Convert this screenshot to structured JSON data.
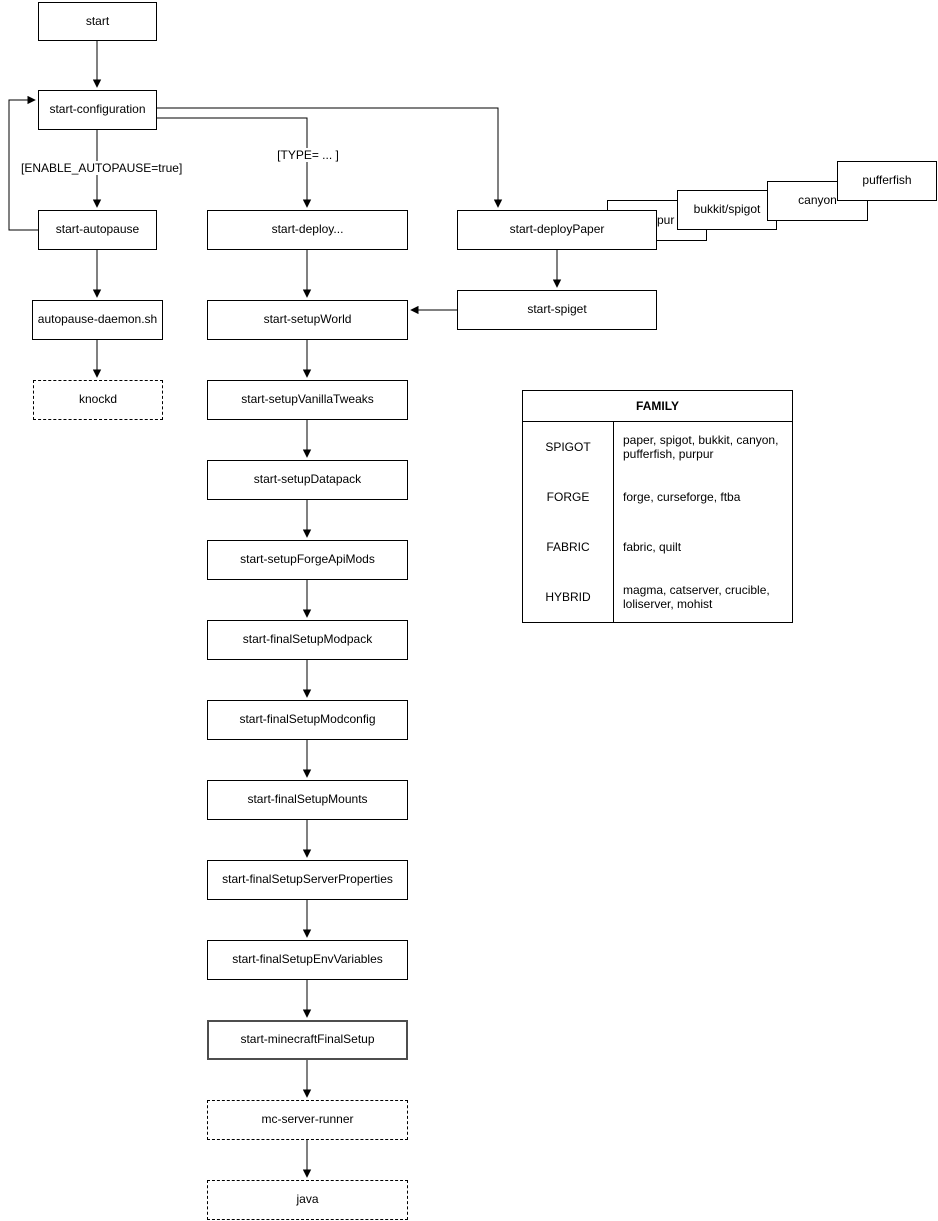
{
  "nodes": {
    "start": "start",
    "start_configuration": "start-configuration",
    "start_autopause": "start-autopause",
    "autopause_daemon_sh": "autopause-daemon.sh",
    "knockd": "knockd",
    "start_deploy": "start-deploy...",
    "start_setupWorld": "start-setupWorld",
    "start_setupVanillaTweaks": "start-setupVanillaTweaks",
    "start_setupDatapack": "start-setupDatapack",
    "start_setupForgeApiMods": "start-setupForgeApiMods",
    "start_finalSetupModpack": "start-finalSetupModpack",
    "start_finalSetupModconfig": "start-finalSetupModconfig",
    "start_finalSetupMounts": "start-finalSetupMounts",
    "start_finalSetupServerProperties": "start-finalSetupServerProperties",
    "start_finalSetupEnvVariables": "start-finalSetupEnvVariables",
    "start_minecraftFinalSetup": "start-minecraftFinalSetup",
    "mc_server_runner": "mc-server-runner",
    "java": "java",
    "start_deployPaper": "start-deployPaper",
    "start_spiget": "start-spiget",
    "purpur": "purpur",
    "bukkit_spigot": "bukkit/spigot",
    "canyon": "canyon",
    "pufferfish": "pufferfish"
  },
  "edge_labels": {
    "enable_autopause": "[ENABLE_AUTOPAUSE=true]",
    "type": "[TYPE= ... ]"
  },
  "table": {
    "title": "FAMILY",
    "rows": [
      {
        "family": "SPIGOT",
        "members": "paper, spigot, bukkit, canyon, pufferfish, purpur"
      },
      {
        "family": "FORGE",
        "members": "forge, curseforge, ftba"
      },
      {
        "family": "FABRIC",
        "members": "fabric, quilt"
      },
      {
        "family": "HYBRID",
        "members": "magma, catserver, crucible, loliserver, mohist"
      }
    ]
  },
  "colors": {
    "stroke": "#000000",
    "background": "#ffffff",
    "text": "#000000"
  }
}
